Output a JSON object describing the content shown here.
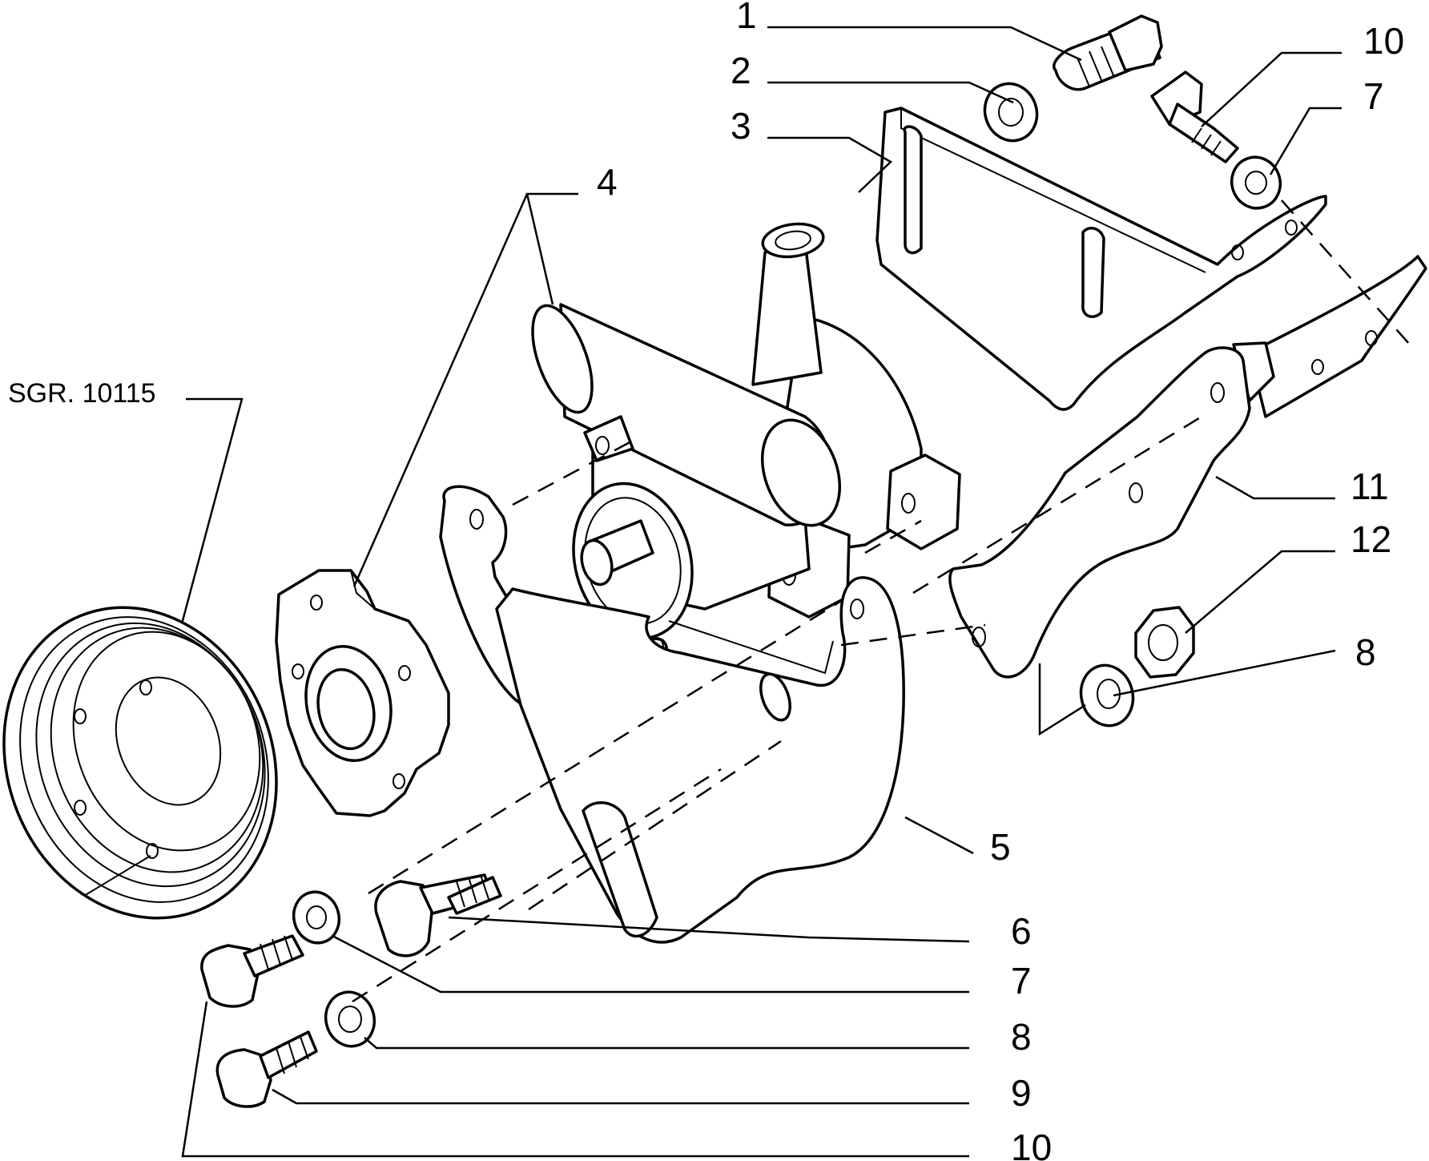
{
  "reference": "SGR. 10115",
  "callouts": [
    {
      "id": "c1",
      "number": "1"
    },
    {
      "id": "c2",
      "number": "2"
    },
    {
      "id": "c3",
      "number": "3"
    },
    {
      "id": "c4",
      "number": "4"
    },
    {
      "id": "c10a",
      "number": "10"
    },
    {
      "id": "c7a",
      "number": "7"
    },
    {
      "id": "c11",
      "number": "11"
    },
    {
      "id": "c12",
      "number": "12"
    },
    {
      "id": "c8a",
      "number": "8"
    },
    {
      "id": "c5",
      "number": "5"
    },
    {
      "id": "c6",
      "number": "6"
    },
    {
      "id": "c7b",
      "number": "7"
    },
    {
      "id": "c8b",
      "number": "8"
    },
    {
      "id": "c9",
      "number": "9"
    },
    {
      "id": "c10b",
      "number": "10"
    }
  ]
}
